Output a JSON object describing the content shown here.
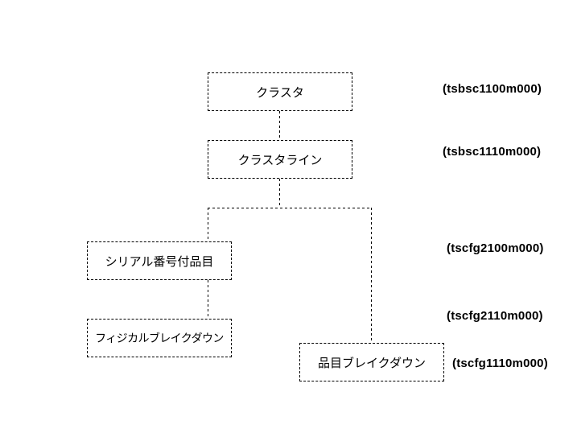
{
  "nodes": {
    "cluster": {
      "label": "クラスタ"
    },
    "cluster_line": {
      "label": "クラスタライン"
    },
    "serial_item": {
      "label": "シリアル番号付品目"
    },
    "physical_breakdown": {
      "label": "フィジカルブレイクダウン"
    },
    "item_breakdown": {
      "label": "品目ブレイクダウン"
    }
  },
  "codes": {
    "cluster": "(tsbsc1100m000)",
    "cluster_line": "(tsbsc1110m000)",
    "serial_item": "(tscfg2100m000)",
    "physical_breakdown": "(tscfg2110m000)",
    "item_breakdown": "(tscfg1110m000)"
  },
  "style": {
    "line_color": "#000000",
    "background": "#ffffff"
  }
}
